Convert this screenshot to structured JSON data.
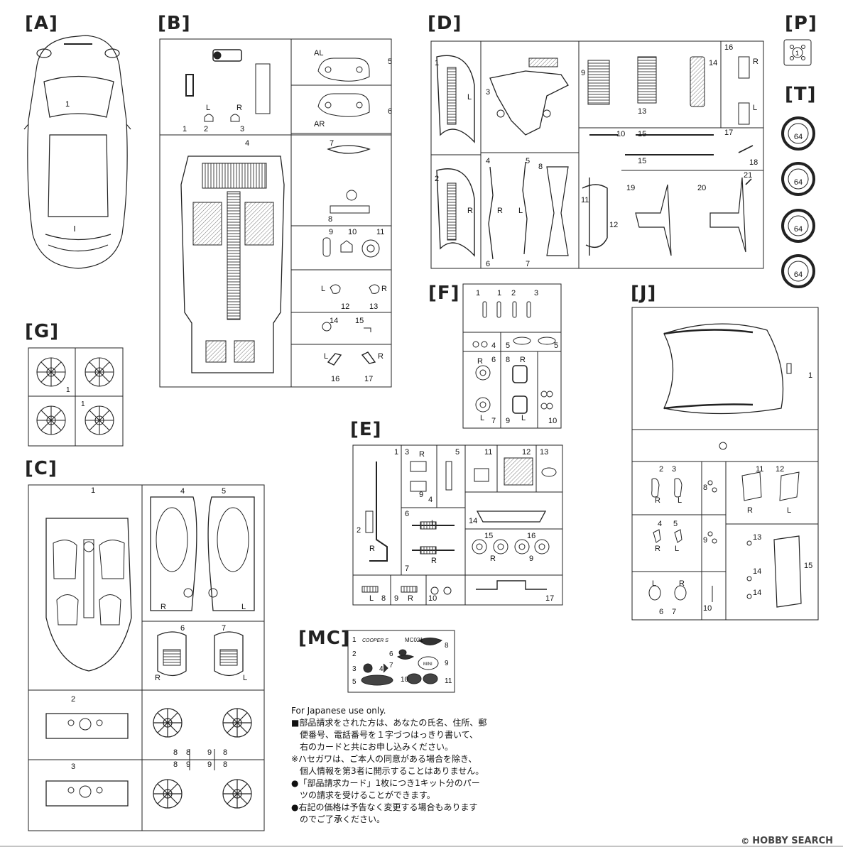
{
  "sections": {
    "A": {
      "label": "[A]",
      "parts": [
        "1"
      ]
    },
    "B": {
      "label": "[B]",
      "parts": [
        "1",
        "2",
        "3",
        "4",
        "5",
        "6",
        "7",
        "8",
        "9",
        "10",
        "11",
        "12",
        "13",
        "14",
        "15",
        "16",
        "17"
      ],
      "side": {
        "L": "L",
        "R": "R",
        "AL": "AL",
        "AR": "AR"
      }
    },
    "C": {
      "label": "[C]",
      "parts": [
        "1",
        "2",
        "3",
        "4",
        "5",
        "6",
        "7",
        "8",
        "9"
      ]
    },
    "D": {
      "label": "[D]",
      "parts": [
        "1",
        "2",
        "3",
        "4",
        "5",
        "6",
        "7",
        "8",
        "9",
        "10",
        "11",
        "12",
        "13",
        "14",
        "15",
        "16",
        "17",
        "18",
        "19",
        "20",
        "21"
      ]
    },
    "E": {
      "label": "[E]",
      "parts": [
        "1",
        "2",
        "3",
        "4",
        "5",
        "6",
        "7",
        "8",
        "9",
        "10",
        "11",
        "12",
        "13",
        "14",
        "15",
        "16",
        "17"
      ]
    },
    "F": {
      "label": "[F]",
      "parts": [
        "1",
        "2",
        "3",
        "4",
        "5",
        "6",
        "7",
        "8",
        "9",
        "10"
      ]
    },
    "G": {
      "label": "[G]",
      "parts": [
        "1"
      ]
    },
    "J": {
      "label": "[J]",
      "parts": [
        "1",
        "2",
        "3",
        "4",
        "5",
        "6",
        "7",
        "8",
        "9",
        "10",
        "11",
        "12",
        "13",
        "14",
        "15"
      ]
    },
    "P": {
      "label": "[P]",
      "parts": [
        "1"
      ]
    },
    "T": {
      "label": "[T]",
      "tire_code": "64"
    },
    "MC": {
      "label": "[MC]",
      "sheet_code": "MC021",
      "items": [
        "1",
        "2",
        "3",
        "4",
        "5",
        "6",
        "7",
        "8",
        "9",
        "10",
        "11"
      ],
      "logo_text": "COOPER S",
      "badge_text": "MINI"
    }
  },
  "note": {
    "heading": "For Japanese use only.",
    "lines": [
      "■部品請求をされた方は、あなたの氏名、住所、郵",
      "便番号、電話番号を１字づつはっきり書いて、",
      "右のカードと共にお申し込みください。",
      "※ハセガワは、ご本人の同意がある場合を除き、",
      "個人情報を第3者に開示することはありません。",
      "●「部品請求カード」1枚につき1キット分のパー",
      "ツの請求を受けることができます。",
      "●右記の価格は予告なく変更する場合もあります",
      "のでご了承ください。"
    ]
  },
  "watermark": {
    "symbol": "©",
    "text": "HOBBY SEARCH"
  }
}
